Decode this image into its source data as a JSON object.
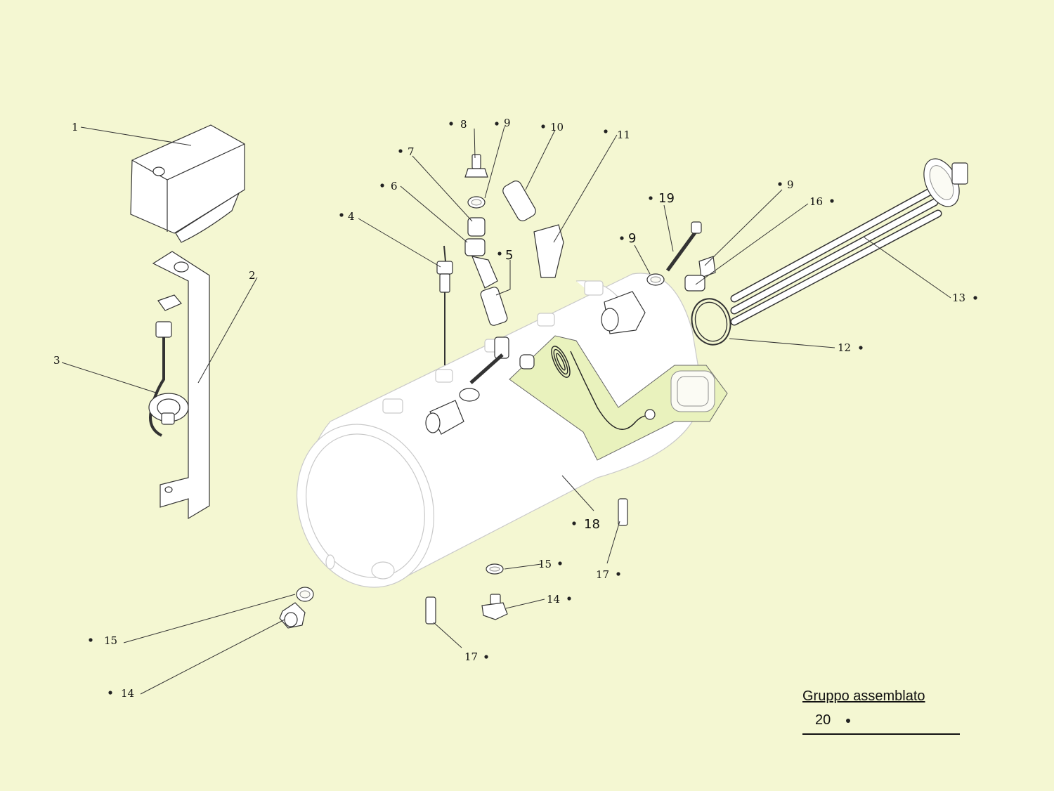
{
  "diagram": {
    "callouts": {
      "c1": "1",
      "c2": "2",
      "c3": "3",
      "c4": "4",
      "c5": "5",
      "c6": "6",
      "c7": "7",
      "c8": "8",
      "c9a": "9",
      "c9b": "9",
      "c9c": "9",
      "c10": "10",
      "c11": "11",
      "c12": "12",
      "c13": "13",
      "c14a": "14",
      "c14b": "14",
      "c15a": "15",
      "c15b": "15",
      "c16": "16",
      "c17a": "17",
      "c17b": "17",
      "c18": "18",
      "c19": "19"
    },
    "assembly": {
      "title": "Gruppo assemblato",
      "number": "20"
    },
    "colors": {
      "background": "#f4f7d2",
      "highlight": "#e9f2bd"
    }
  }
}
